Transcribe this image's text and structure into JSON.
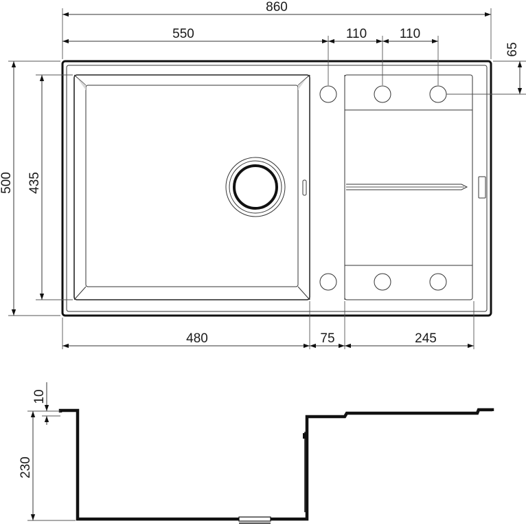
{
  "dimensions": {
    "overall_width": "860",
    "bowl_width_top": "550",
    "hole_spacing_1": "110",
    "hole_spacing_2": "110",
    "hole_offset": "65",
    "overall_depth": "500",
    "bowl_depth": "435",
    "bowl_width_bottom": "480",
    "divider_width": "75",
    "drainer_width": "245",
    "rim_thickness": "10",
    "bowl_height": "230"
  }
}
